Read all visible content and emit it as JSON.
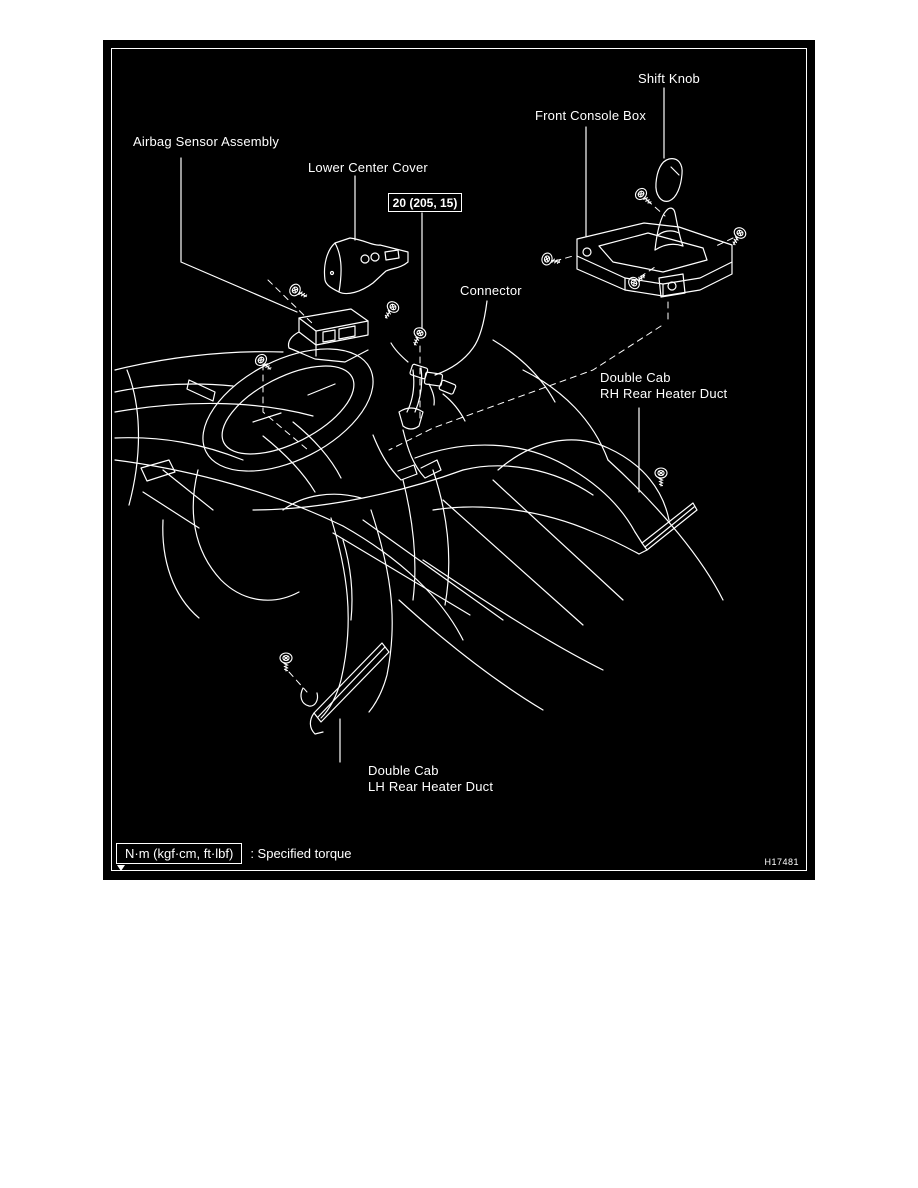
{
  "labels": {
    "shiftKnob": "Shift Knob",
    "frontConsoleBox": "Front Console Box",
    "airbagSensor": "Airbag Sensor Assembly",
    "lowerCenterCover": "Lower Center Cover",
    "connector": "Connector",
    "rhDuctLine1": "Double Cab",
    "rhDuctLine2": "RH Rear Heater Duct",
    "lhDuctLine1": "Double Cab",
    "lhDuctLine2": "LH Rear Heater Duct"
  },
  "torqueCallout": "20 (205, 15)",
  "legend": {
    "boxLabel": "N·m (kgf·cm, ft·lbf)",
    "description": ": Specified torque"
  },
  "figureId": "H17481",
  "colors": {
    "background": "#000000",
    "lineArt": "#ffffff",
    "page": "#ffffff"
  }
}
